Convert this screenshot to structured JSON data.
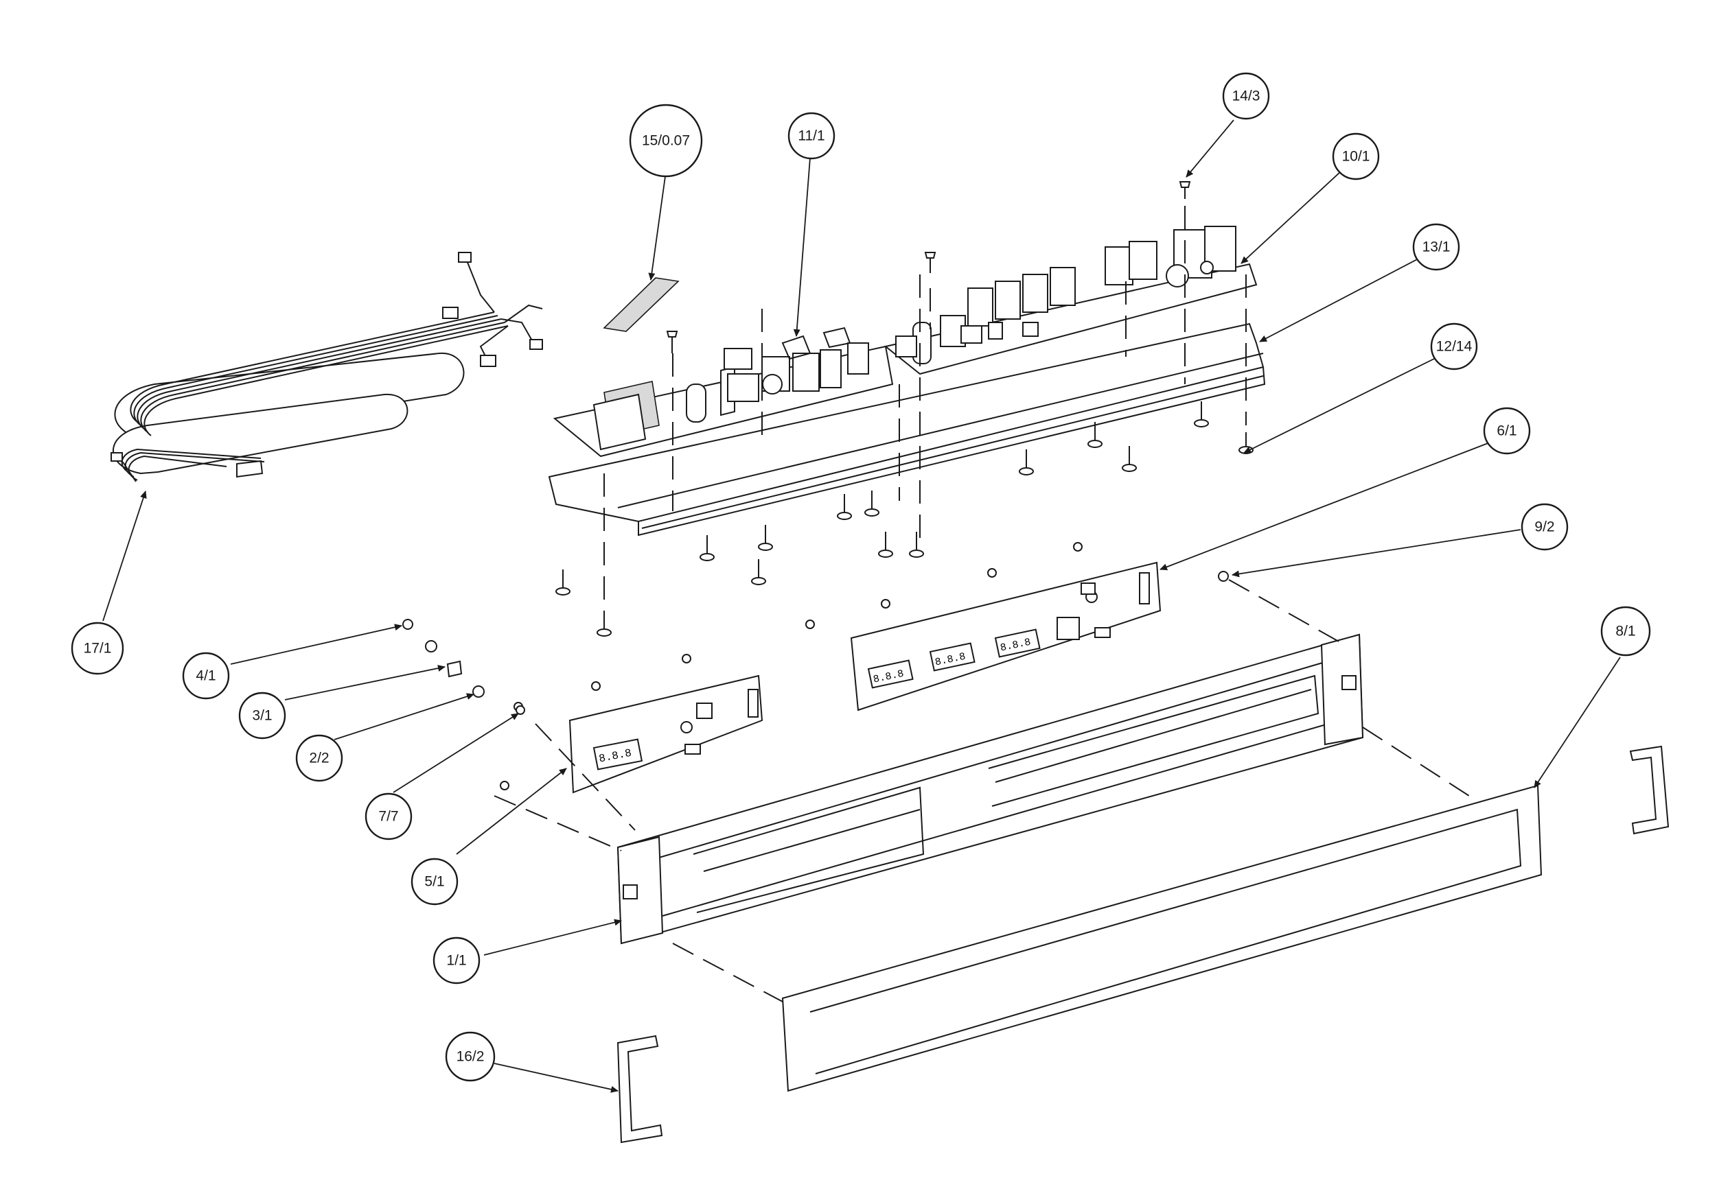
{
  "callouts": {
    "c_15": "15/0.07",
    "c_11": "11/1",
    "c_14": "14/3",
    "c_10": "10/1",
    "c_13": "13/1",
    "c_12": "12/14",
    "c_6": "6/1",
    "c_9": "9/2",
    "c_17": "17/1",
    "c_4": "4/1",
    "c_3": "3/1",
    "c_2": "2/2",
    "c_7": "7/7",
    "c_5": "5/1",
    "c_8": "8/1",
    "c_1": "1/1",
    "c_16": "16/2"
  },
  "display_boards": {
    "left_digits": "8.8.8",
    "right_digits_1": "8.8.8",
    "right_digits_2": "8.8.8",
    "right_digits_3": "8.8.8"
  }
}
